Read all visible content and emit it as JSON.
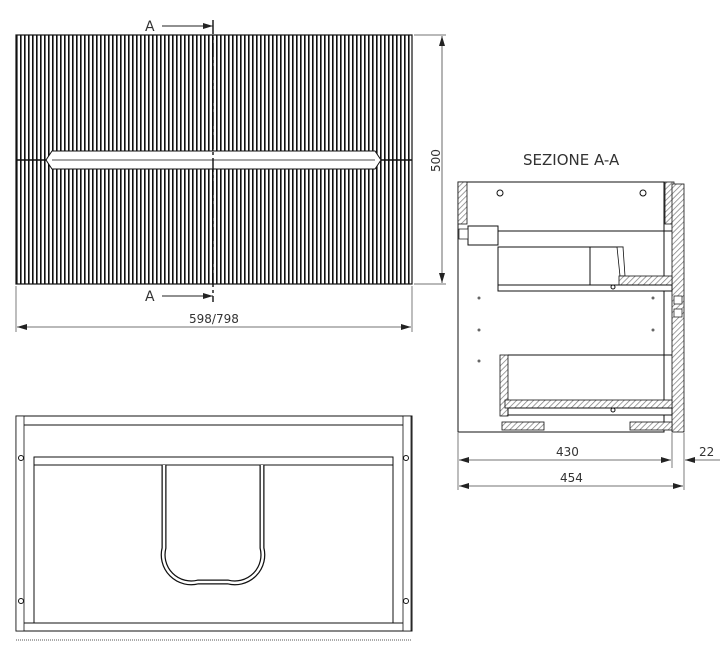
{
  "views": {
    "front": {
      "section_marker_top": "A",
      "section_marker_bottom": "A",
      "width_dim": "598/798",
      "height_dim": "500"
    },
    "section": {
      "title": "SEZIONE A-A",
      "dim_inner": "430",
      "dim_back": "22",
      "dim_total": "454"
    },
    "top": {}
  },
  "colors": {
    "line": "#111111",
    "hatch": "#777777",
    "dim": "#444444"
  }
}
